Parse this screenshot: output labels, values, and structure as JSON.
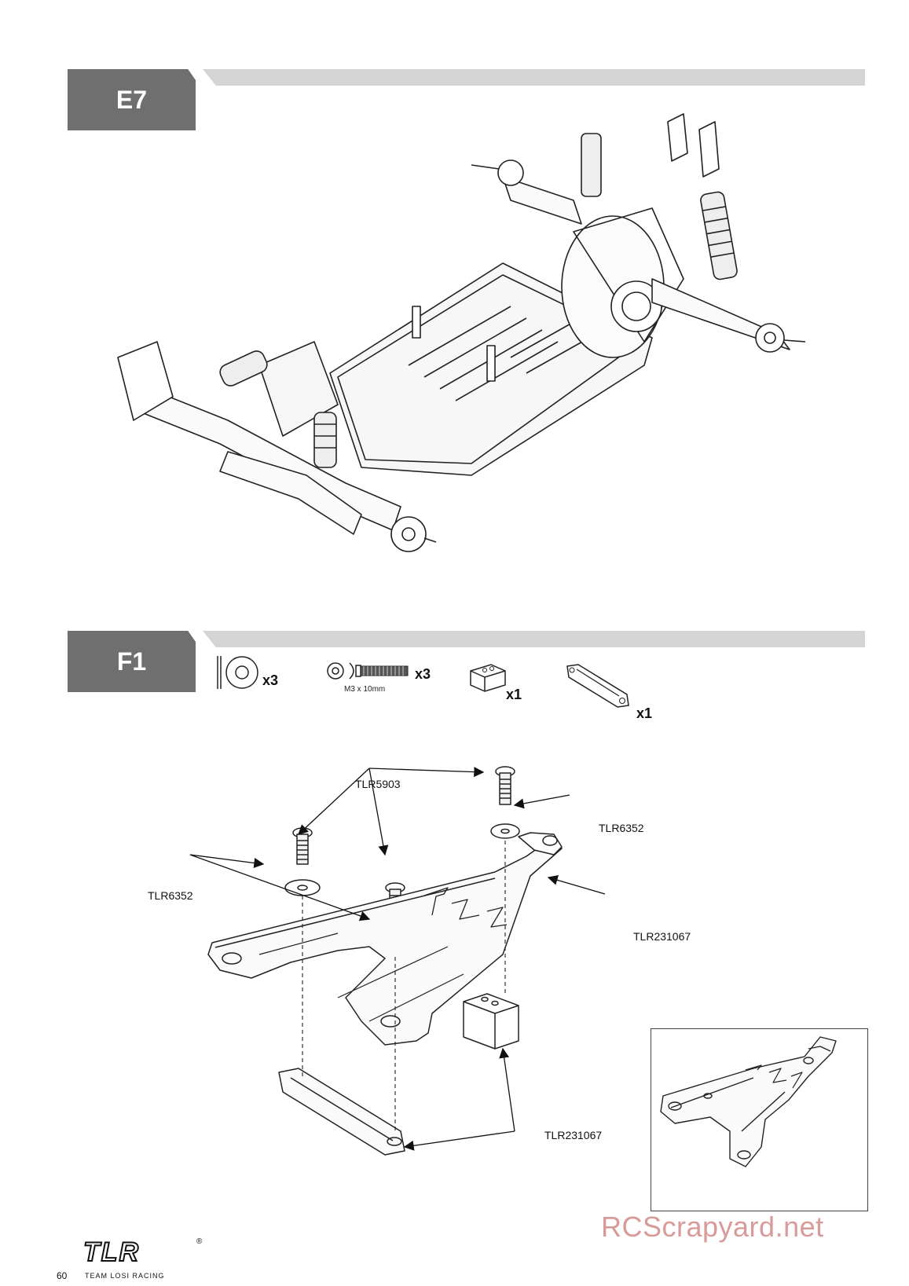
{
  "steps": [
    {
      "label": "E7"
    },
    {
      "label": "F1"
    }
  ],
  "parts": [
    {
      "icon": "washer-icon",
      "qty": "x3"
    },
    {
      "icon": "screw-icon",
      "qty": "x3",
      "sublabel": "M3 x 10mm"
    },
    {
      "icon": "spacer-block-icon",
      "qty": "x1"
    },
    {
      "icon": "brace-icon",
      "qty": "x1"
    }
  ],
  "callouts": {
    "screw_top": "TLR5903",
    "washer_right": "TLR6352",
    "washer_left": "TLR6352",
    "tower_arm": "TLR231067",
    "lower_parts": "TLR231067"
  },
  "footer": {
    "page_number": "60",
    "logo": "TLR",
    "logo_sub": "TEAM LOSI RACING",
    "logo_reg": "®"
  },
  "watermark": "RCScrapyard.net",
  "colors": {
    "tab": "#6f6f6f",
    "bar": "#d4d4d4",
    "watermark": "#d99a9a"
  }
}
